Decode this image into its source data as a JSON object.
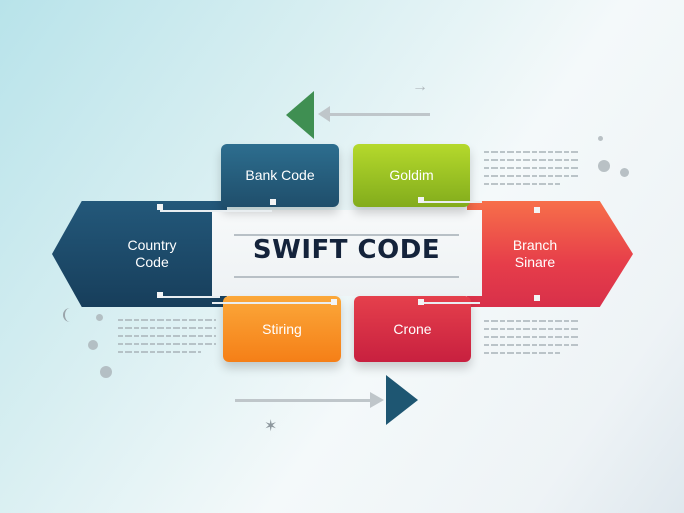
{
  "diagram": {
    "title": "SWIFT CODE",
    "nodes": {
      "bank_code": "Bank Code",
      "goldim": "Goldim",
      "country_code_line1": "Country",
      "country_code_line2": "Code",
      "branch_line1": "Branch",
      "branch_line2": "Sinare",
      "stirring": "Stiring",
      "crone": "Crone"
    },
    "colors": {
      "bank_code": "#1f4e6b",
      "goldim": "#9cc424",
      "country_code": "#1c4a69",
      "branch": "#e84a4a",
      "stirring": "#f8921f",
      "crone": "#d82c45",
      "title": "#14233b",
      "top_arrow": "#3f8f52",
      "bottom_arrow": "#1e5672"
    },
    "arrows": [
      {
        "direction": "left",
        "position": "top"
      },
      {
        "direction": "right",
        "position": "bottom"
      }
    ],
    "decorative_text_blocks": 4
  }
}
